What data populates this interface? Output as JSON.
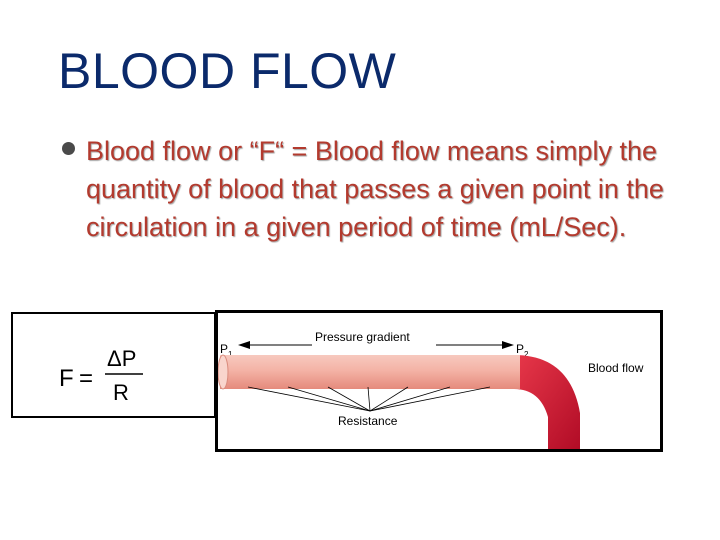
{
  "slide": {
    "title": "BLOOD FLOW",
    "bullet": "Blood flow or “F“ = Blood flow means simply the quantity of blood that passes a given point in the circulation in a given period of time (mL/Sec)."
  },
  "formula": {
    "lhs": "F",
    "equals": "=",
    "numerator": "ΔP",
    "denominator": "R"
  },
  "diagram": {
    "pressure_label": "Pressure gradient",
    "p1": "P",
    "p1_sub": "1",
    "p2": "P",
    "p2_sub": "2",
    "flow_label": "Blood flow",
    "resistance_label": "Resistance",
    "colors": {
      "vessel_light": "#f4b3a6",
      "vessel_dark": "#c8102e"
    }
  }
}
